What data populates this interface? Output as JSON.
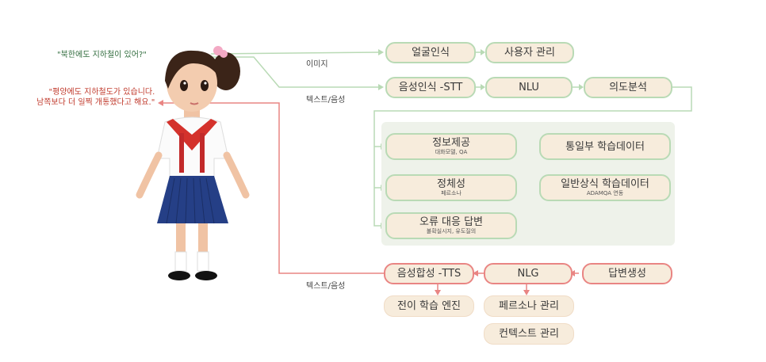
{
  "quotes": {
    "question": "\"북한에도 지하철이 있어?\"",
    "answer_line1": "\"평양에도 지하철도가 있습니다.",
    "answer_line2": "남쪽보다 더 일찍 개통했다고 해요.\""
  },
  "labels": {
    "image": "이미지",
    "text_voice_top": "텍스트/음성",
    "text_voice_bottom": "텍스트/음성"
  },
  "nodes": {
    "face_recognition": "얼굴인식",
    "user_management": "사용자 관리",
    "speech_recognition": "음성인식 -STT",
    "nlu": "NLU",
    "intent_analysis": "의도분석",
    "info_provision": {
      "title": "정보제공",
      "sub": "대화모델, QA"
    },
    "identity": {
      "title": "정체성",
      "sub": "페르소나"
    },
    "error_response": {
      "title": "오류 대응 답변",
      "sub": "불확실시지, 유도질의"
    },
    "unification_data": "통일부 학습데이터",
    "common_sense_data": {
      "title": "일반상식 학습데이터",
      "sub": "ADAMQA 연동"
    },
    "speech_synthesis": "음성합성 -TTS",
    "nlg": "NLG",
    "answer_generation": "답변생성",
    "transfer_learning": "전이 학습 엔진",
    "persona_management": "페르소나 관리",
    "context_management": "컨텍스트 관리"
  },
  "colors": {
    "green_line": "#b9dab5",
    "red_line": "#e98583",
    "node_fill": "#f7ecdc",
    "panel": "#eef2ea"
  }
}
